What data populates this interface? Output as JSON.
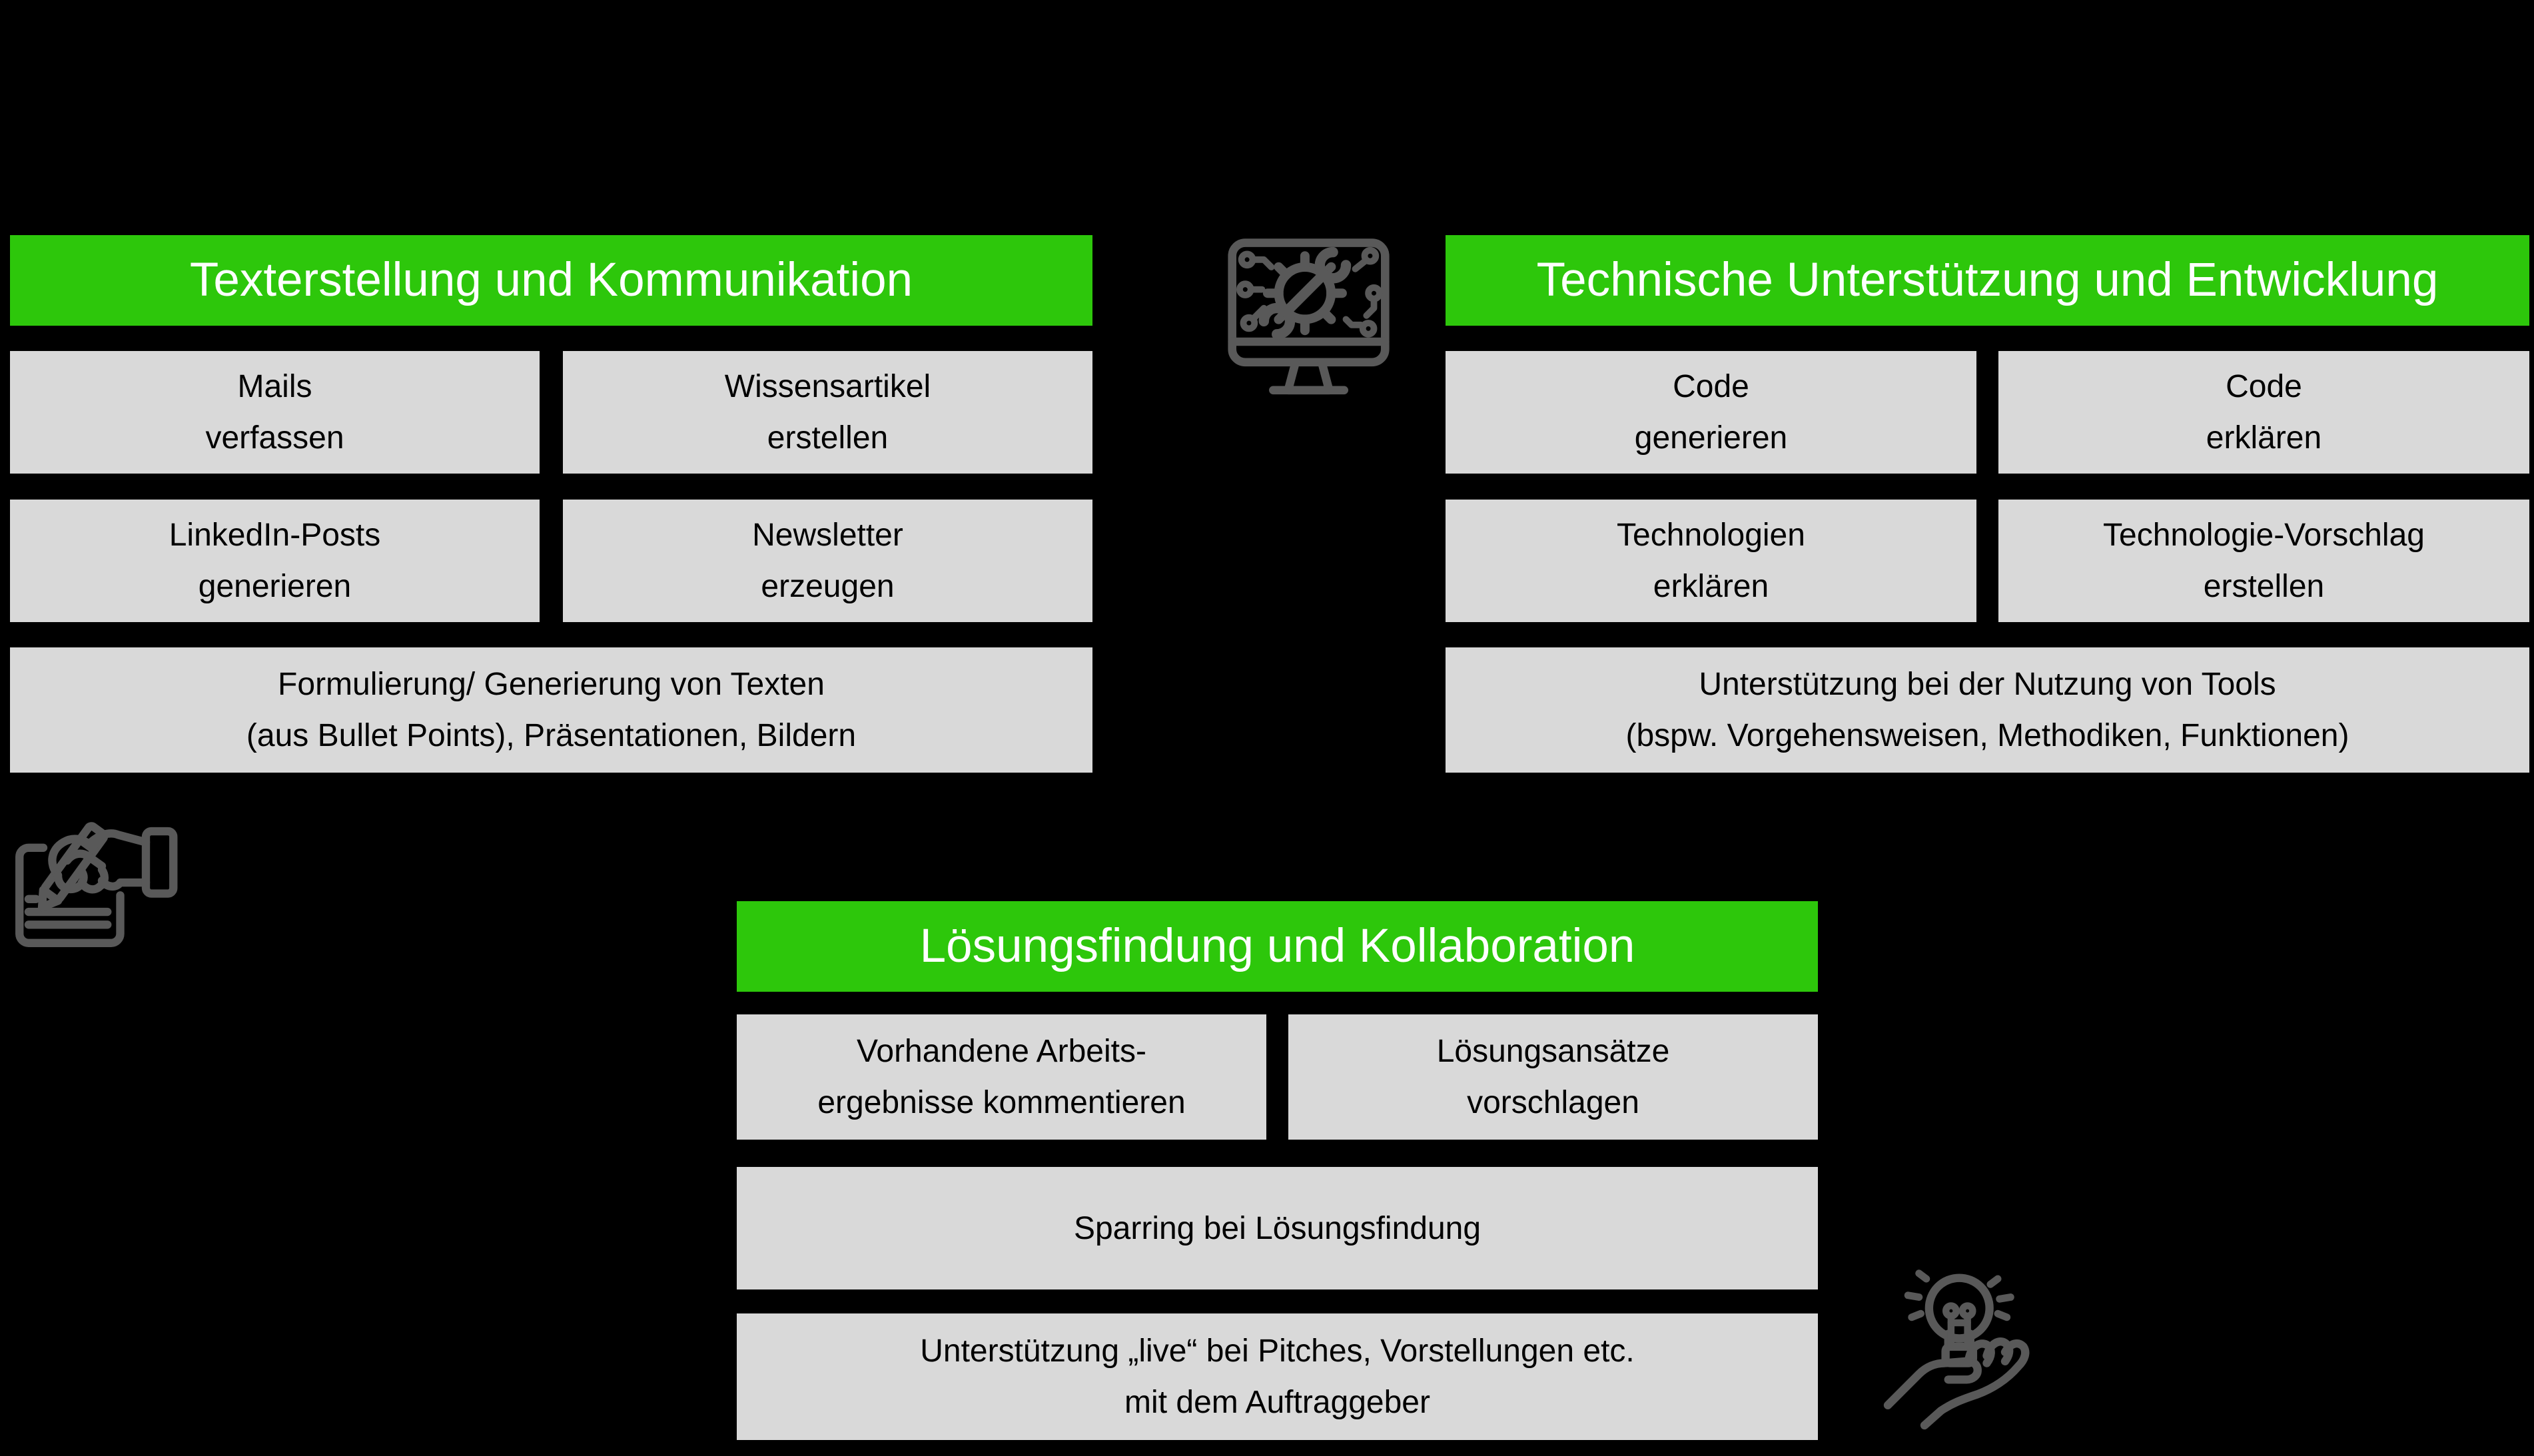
{
  "colors": {
    "background": "#000000",
    "header_green": "#2DC70B",
    "box_gray": "#D9D9D9",
    "icon_gray": "#595959",
    "header_text": "#FFFFFF",
    "box_text": "#000000"
  },
  "sections": {
    "texterstellung": {
      "title": "Texterstellung und Kommunikation",
      "boxes": {
        "mails": {
          "line1": "Mails",
          "line2": "verfassen"
        },
        "wissensartikel": {
          "line1": "Wissensartikel",
          "line2": "erstellen"
        },
        "linkedin": {
          "line1": "LinkedIn-Posts",
          "line2": "generieren"
        },
        "newsletter": {
          "line1": "Newsletter",
          "line2": "erzeugen"
        },
        "formulierung": {
          "line1": "Formulierung/ Generierung von Texten",
          "line2": "(aus Bullet Points), Präsentationen, Bildern"
        }
      }
    },
    "technische": {
      "title": "Technische Unterstützung und Entwicklung",
      "boxes": {
        "code_generieren": {
          "line1": "Code",
          "line2": "generieren"
        },
        "code_erklaeren": {
          "line1": "Code",
          "line2": "erklären"
        },
        "technologien_erklaeren": {
          "line1": "Technologien",
          "line2": "erklären"
        },
        "technologie_vorschlag": {
          "line1": "Technologie-Vorschlag",
          "line2": "erstellen"
        },
        "tools": {
          "line1": "Unterstützung bei der Nutzung von Tools",
          "line2": "(bspw. Vorgehensweisen, Methodiken, Funktionen)"
        }
      }
    },
    "loesungsfindung": {
      "title": "Lösungsfindung und Kollaboration",
      "boxes": {
        "arbeitsergebnisse": {
          "line1": "Vorhandene Arbeits-",
          "line2": "ergebnisse kommentieren"
        },
        "loesungsansaetze": {
          "line1": "Lösungsansätze",
          "line2": "vorschlagen"
        },
        "sparring": {
          "line1": "Sparring bei Lösungsfindung"
        },
        "live_unterstuetzung": {
          "line1": "Unterstützung „live“ bei Pitches, Vorstellungen etc.",
          "line2": "mit dem Auftraggeber"
        }
      }
    }
  },
  "icons": {
    "monitor_tools": "monitor-tools-icon",
    "writing_hand": "writing-hand-icon",
    "idea_hand": "idea-hand-icon"
  }
}
